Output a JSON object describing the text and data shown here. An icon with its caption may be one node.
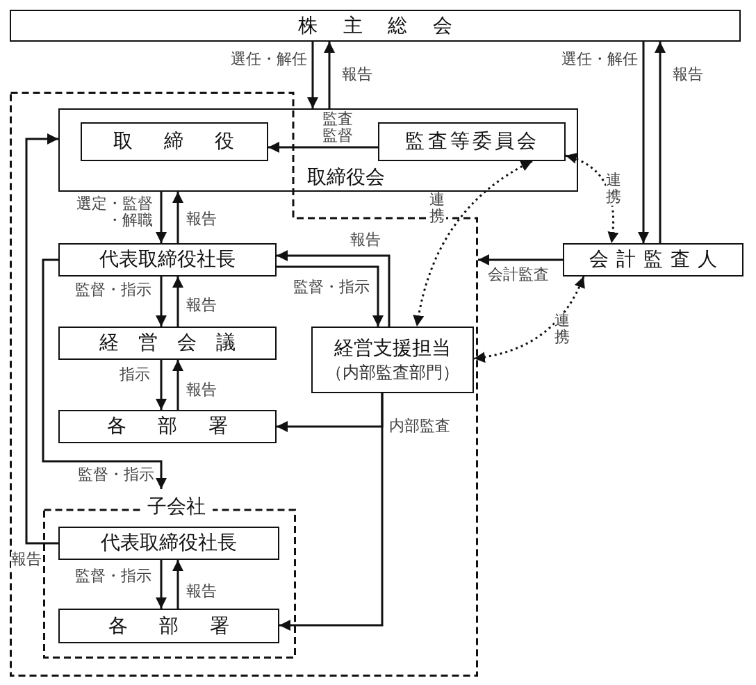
{
  "diagram": {
    "nodes": [
      {
        "text": [
          "株主総会"
        ]
      },
      {
        "text": [],
        "shape": "box"
      },
      {
        "text": [
          "取締役会"
        ]
      },
      {
        "text": [
          "取締役"
        ],
        "in": 2
      },
      {
        "text": [
          "監査等委員会"
        ],
        "in": 2
      },
      {
        "text": [
          "代表取締役社長"
        ],
        "in": 1
      },
      {
        "text": [
          "経営会議"
        ],
        "in": 1
      },
      {
        "text": [
          "各部署"
        ],
        "in": 1
      },
      {
        "text": [
          "経営支援担当",
          "（内部監査部門）"
        ],
        "in": 1
      },
      {
        "text": [
          "会計監査人"
        ]
      },
      {
        "text": [
          "子会社"
        ],
        "in": 1
      },
      {
        "text": [
          "代表取締役社長"
        ],
        "in": 10
      },
      {
        "text": [
          "各部署"
        ],
        "in": 10
      }
    ],
    "edges": [
      {
        "from": 0,
        "to": 2,
        "arrow": "to",
        "label": "選任・解任"
      },
      {
        "from": 2,
        "to": 0,
        "arrow": "to",
        "label": "報告"
      },
      {
        "from": 0,
        "to": 9,
        "arrow": "to",
        "label": "選任・解任"
      },
      {
        "from": 9,
        "to": 0,
        "arrow": "to",
        "label": "報告"
      },
      {
        "from": 4,
        "to": 3,
        "arrow": "to",
        "label": "監査監督"
      },
      {
        "from": 2,
        "to": 5,
        "arrow": "to",
        "label": "選定・監督・解職"
      },
      {
        "from": 5,
        "to": 2,
        "arrow": "to",
        "label": "報告"
      },
      {
        "from": 5,
        "to": 6,
        "arrow": "to",
        "label": "監督・指示"
      },
      {
        "from": 6,
        "to": 5,
        "arrow": "to",
        "label": "報告"
      },
      {
        "from": 6,
        "to": 7,
        "arrow": "to",
        "label": "指示"
      },
      {
        "from": 7,
        "to": 6,
        "arrow": "to",
        "label": "報告"
      },
      {
        "from": 8,
        "to": 5,
        "arrow": "to",
        "label": "報告"
      },
      {
        "from": 5,
        "to": 8,
        "arrow": "to",
        "label": "監督・指示"
      },
      {
        "from": 9,
        "to": 1,
        "arrow": "to",
        "label": "会計監査"
      },
      {
        "from": 4,
        "to": 8,
        "arrow": "both",
        "label": "連携",
        "style": "dashed"
      },
      {
        "from": 4,
        "to": 9,
        "arrow": "both",
        "label": "連携",
        "style": "dashed"
      },
      {
        "from": 9,
        "to": 8,
        "arrow": "both",
        "label": "連携",
        "style": "dashed"
      },
      {
        "from": 8,
        "to": 7,
        "arrow": "to",
        "label": "内部監査"
      },
      {
        "from": 8,
        "to": 12,
        "arrow": "to"
      },
      {
        "from": 5,
        "to": 10,
        "arrow": "to",
        "label": "監督・指示"
      },
      {
        "from": 11,
        "to": 2,
        "arrow": "to",
        "label": "報告"
      },
      {
        "from": 11,
        "to": 12,
        "arrow": "to",
        "label": "監督・指示"
      },
      {
        "from": 12,
        "to": 11,
        "arrow": "to",
        "label": "報告"
      }
    ]
  }
}
